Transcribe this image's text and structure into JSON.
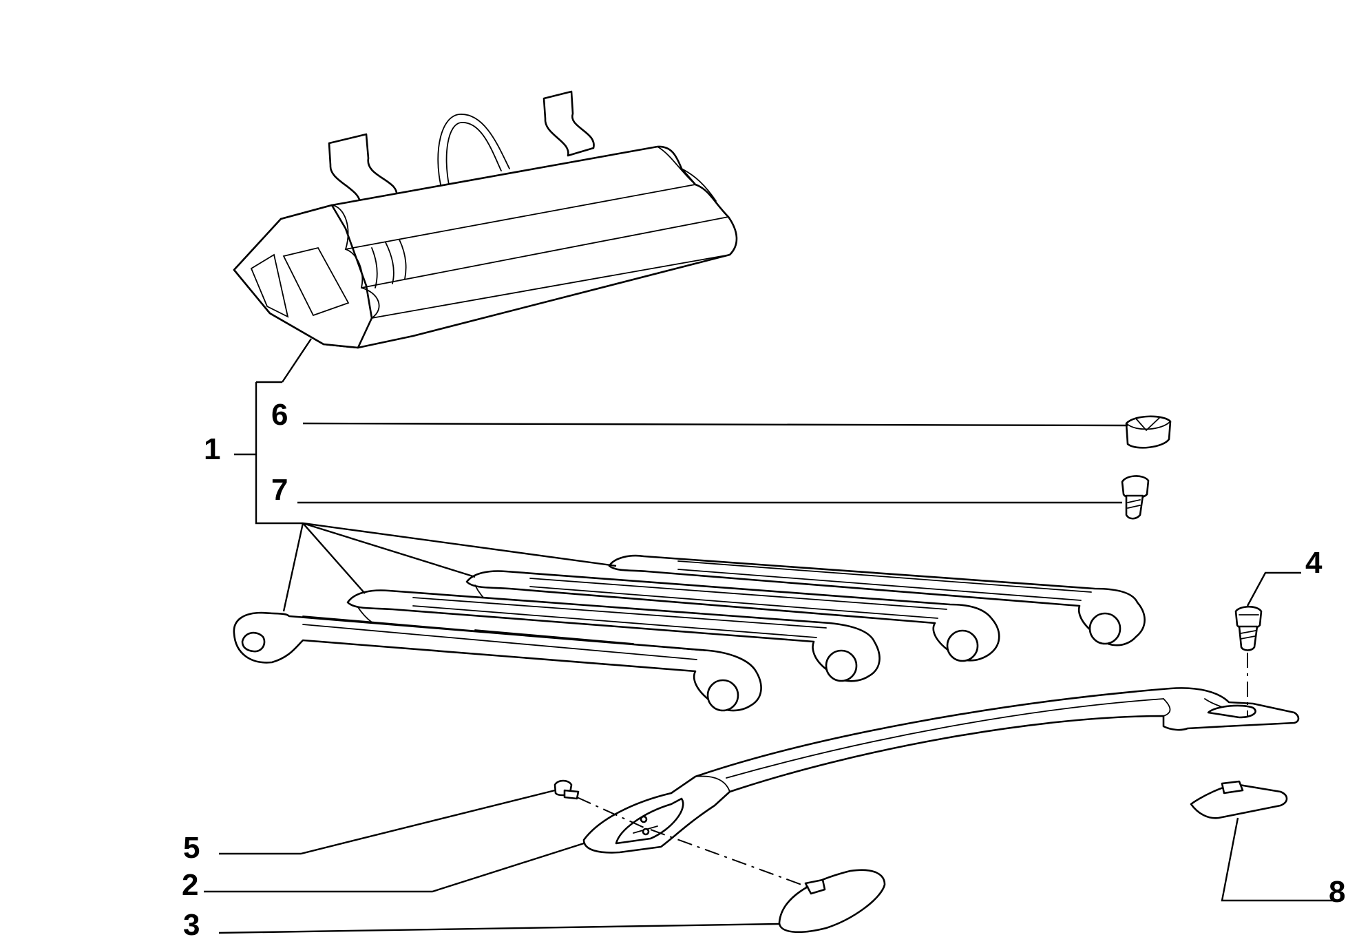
{
  "diagram": {
    "callouts": {
      "c1": "1",
      "c2": "2",
      "c3": "3",
      "c4": "4",
      "c5": "5",
      "c6": "6",
      "c7": "7",
      "c8": "8"
    }
  },
  "colors": {
    "line": "#000000",
    "background": "#ffffff"
  }
}
